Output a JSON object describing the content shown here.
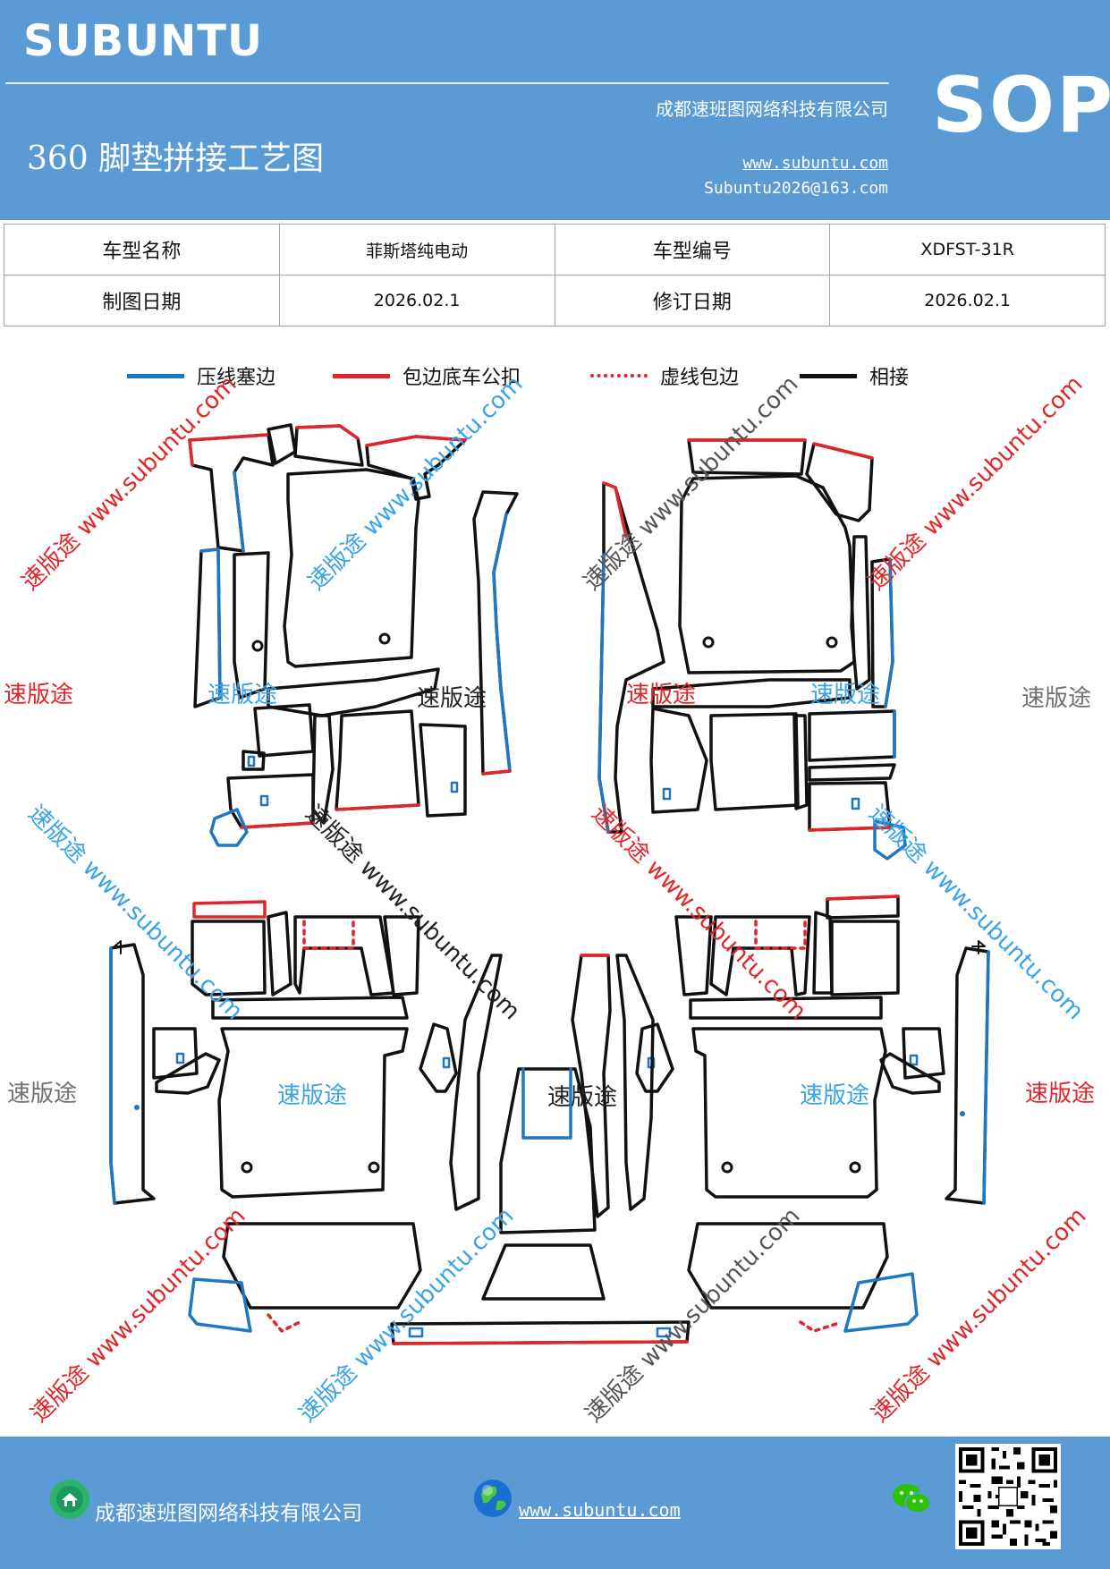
{
  "header": {
    "brand": "SUBUNTU",
    "badge": "SOP",
    "company": "成都速班图网络科技有限公司",
    "title": "360 脚垫拼接工艺图",
    "website": "www.subuntu.com",
    "email": "Subuntu2026@163.com"
  },
  "info_table": {
    "rows": [
      {
        "label1": "车型名称",
        "value1": "菲斯塔纯电动",
        "label2": "车型编号",
        "value2": "XDFST-31R"
      },
      {
        "label1": "制图日期",
        "value1": "2026.02.1",
        "label2": "修订日期",
        "value2": "2026.02.1"
      }
    ]
  },
  "legend": [
    {
      "label": "压线塞边",
      "color": "#1f77c4",
      "style": "solid"
    },
    {
      "label": "包边底车公扣",
      "color": "#e0262b",
      "style": "solid"
    },
    {
      "label": "虚线包边",
      "color": "#e0262b",
      "style": "dotted"
    },
    {
      "label": "相接",
      "color": "#111111",
      "style": "solid"
    }
  ],
  "watermark": {
    "brand_cn": "速版途",
    "diagonal_text": "速版途 www.subuntu.com"
  },
  "footer": {
    "company": "成都速班图网络科技有限公司",
    "website": "www.subuntu.com "
  },
  "colors": {
    "header_bg": "#5b9bd5",
    "blue_line": "#1f77c4",
    "red_line": "#e0262b",
    "watermark_red": "#e0262b",
    "watermark_blue": "#3aa3e8",
    "watermark_gray": "#707070"
  },
  "icons": [
    "home-icon",
    "globe-icon",
    "wechat-icon",
    "qr-code"
  ]
}
